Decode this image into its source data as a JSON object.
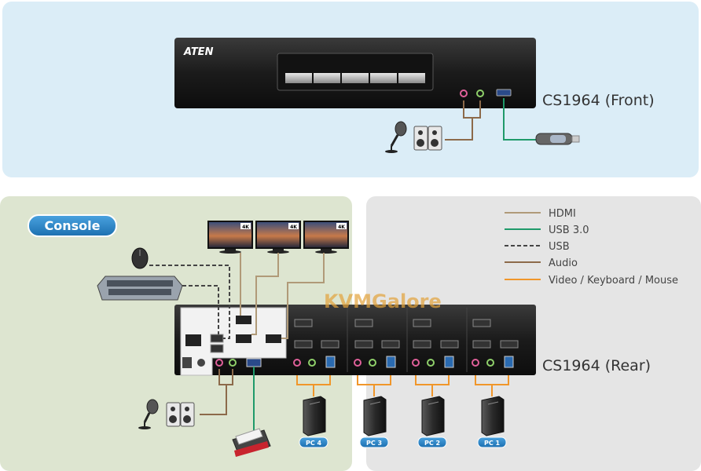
{
  "front": {
    "brand": "ATEN",
    "model_label": "CS1964 (Front)"
  },
  "rear": {
    "model_label": "CS1964 (Rear)"
  },
  "console": {
    "badge": "Console"
  },
  "watermark": "KVMGalore",
  "monitor_badge": "4K",
  "legend": {
    "items": [
      {
        "label": "HDMI",
        "color": "#b09a78",
        "style": "solid"
      },
      {
        "label": "USB 3.0",
        "color": "#1f9a6a",
        "style": "solid"
      },
      {
        "label": "USB",
        "color": "#444444",
        "style": "dashed"
      },
      {
        "label": "Audio",
        "color": "#8c6a4a",
        "style": "solid"
      },
      {
        "label": "Video / Keyboard / Mouse",
        "color": "#f0962a",
        "style": "solid"
      }
    ]
  },
  "pcs": [
    {
      "label": "PC 4"
    },
    {
      "label": "PC 3"
    },
    {
      "label": "PC 2"
    },
    {
      "label": "PC 1"
    }
  ]
}
